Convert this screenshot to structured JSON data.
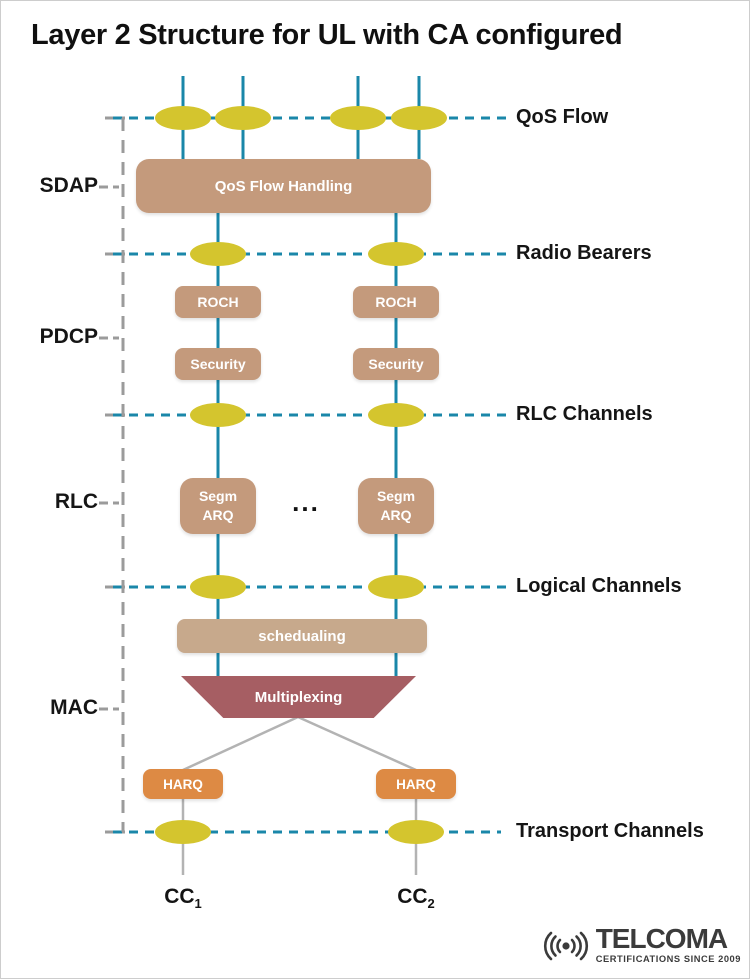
{
  "title": "Layer 2 Structure for UL with CA configured",
  "layer_labels": [
    {
      "label": "SDAP"
    },
    {
      "label": "PDCP"
    },
    {
      "label": "RLC"
    },
    {
      "label": "MAC"
    }
  ],
  "channel_rows": [
    {
      "label": "QoS Flow"
    },
    {
      "label": "Radio Bearers"
    },
    {
      "label": "RLC Channels"
    },
    {
      "label": "Logical Channels"
    },
    {
      "label": "Transport Channels"
    }
  ],
  "blocks": {
    "qos_flow_handling": "QoS Flow Handling",
    "roch": "ROCH",
    "security": "Security",
    "segm": "Segm",
    "arq": "ARQ",
    "ellipsis": "...",
    "scheduling": "schedualing",
    "multiplexing": "Multiplexing",
    "harq": "HARQ"
  },
  "carriers": [
    {
      "name": "CC",
      "sub": "1"
    },
    {
      "name": "CC",
      "sub": "2"
    }
  ],
  "logo": {
    "name": "TELCOMA",
    "tagline": "CERTIFICATIONS SINCE 2009"
  },
  "colors": {
    "teal": "#1a87a9",
    "yellow": "#d4c52e",
    "tan": "#c49a7c",
    "scheduling_tan": "#c7a98c",
    "mauve": "#a65e63",
    "orange": "#dd8a44",
    "dash_gray": "#9b9b9b",
    "line_gray": "#b3b3b3"
  }
}
